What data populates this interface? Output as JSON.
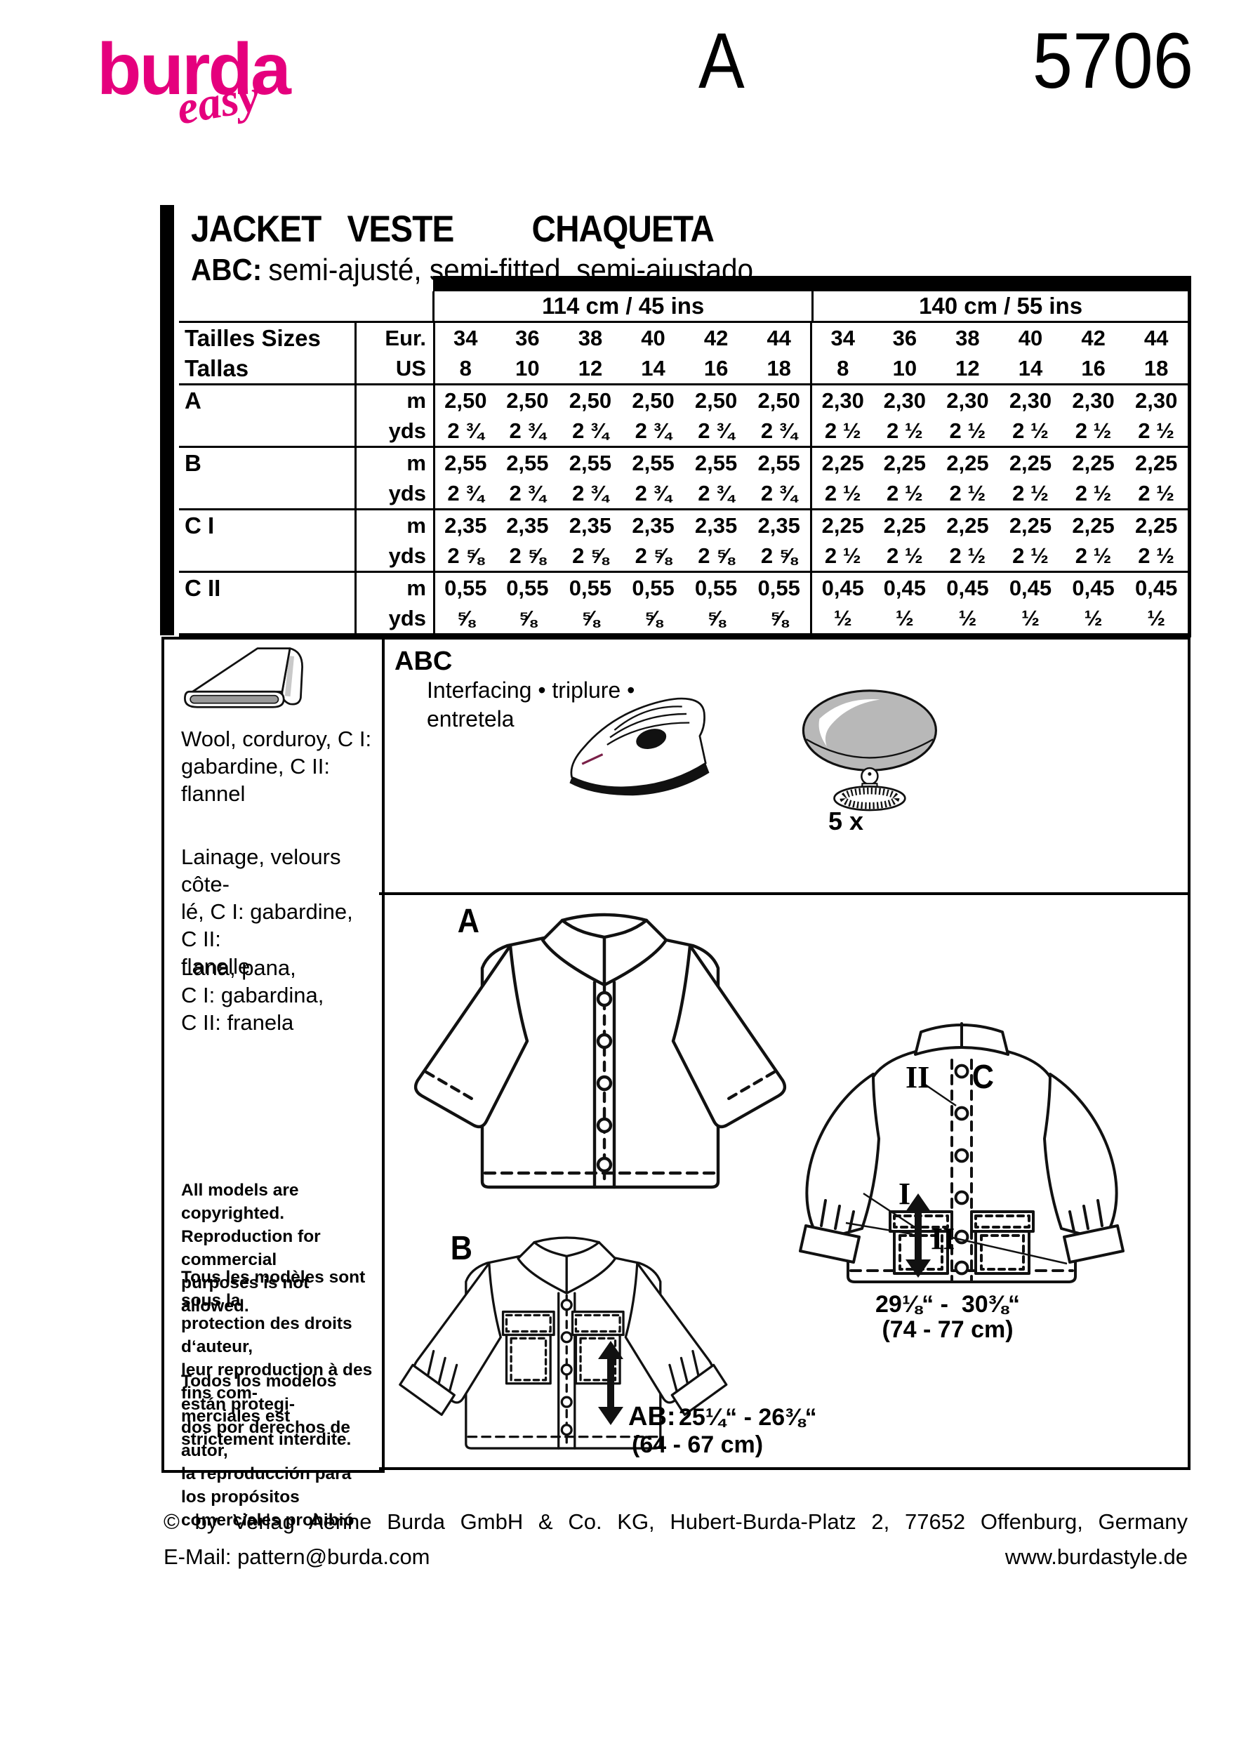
{
  "colors": {
    "brand_pink": "#e5007d",
    "ink": "#111111",
    "button_grey": "#b8b8b8"
  },
  "header": {
    "brand": "burda",
    "brand_script": "easy",
    "view_letter": "A",
    "style_number": "5706"
  },
  "title": {
    "main": "JACKET   VESTE         CHAQUETA",
    "abc_prefix": "ABC:",
    "subtitle": "semi-ajusté, semi-fitted, semi-ajustado"
  },
  "size_table": {
    "fabric_widths": [
      "114 cm / 45 ins",
      "140 cm / 55 ins"
    ],
    "label_header": "Tailles  Sizes\nTallas",
    "unit_eur": "Eur.",
    "unit_us": "US",
    "unit_m": "m",
    "unit_yds": "yds",
    "sizes_eur": [
      "34",
      "36",
      "38",
      "40",
      "42",
      "44"
    ],
    "sizes_us": [
      "8",
      "10",
      "12",
      "14",
      "16",
      "18"
    ],
    "rows": [
      {
        "label": "A",
        "m": [
          "2,50",
          "2,50",
          "2,50",
          "2,50",
          "2,50",
          "2,50",
          "2,30",
          "2,30",
          "2,30",
          "2,30",
          "2,30",
          "2,30"
        ],
        "yds": [
          "2 ¾",
          "2 ¾",
          "2 ¾",
          "2 ¾",
          "2 ¾",
          "2 ¾",
          "2 ½",
          "2 ½",
          "2 ½",
          "2 ½",
          "2 ½",
          "2 ½"
        ]
      },
      {
        "label": "B",
        "m": [
          "2,55",
          "2,55",
          "2,55",
          "2,55",
          "2,55",
          "2,55",
          "2,25",
          "2,25",
          "2,25",
          "2,25",
          "2,25",
          "2,25"
        ],
        "yds": [
          "2 ¾",
          "2 ¾",
          "2 ¾",
          "2 ¾",
          "2 ¾",
          "2 ¾",
          "2 ½",
          "2 ½",
          "2 ½",
          "2 ½",
          "2 ½",
          "2 ½"
        ]
      },
      {
        "label": "C I",
        "m": [
          "2,35",
          "2,35",
          "2,35",
          "2,35",
          "2,35",
          "2,35",
          "2,25",
          "2,25",
          "2,25",
          "2,25",
          "2,25",
          "2,25"
        ],
        "yds": [
          "2 ⅝",
          "2 ⅝",
          "2 ⅝",
          "2 ⅝",
          "2 ⅝",
          "2 ⅝",
          "2 ½",
          "2 ½",
          "2 ½",
          "2 ½",
          "2 ½",
          "2 ½"
        ]
      },
      {
        "label": "C II",
        "m": [
          "0,55",
          "0,55",
          "0,55",
          "0,55",
          "0,55",
          "0,55",
          "0,45",
          "0,45",
          "0,45",
          "0,45",
          "0,45",
          "0,45"
        ],
        "yds": [
          "⅝",
          "⅝",
          "⅝",
          "⅝",
          "⅝",
          "⅝",
          "½",
          "½",
          "½",
          "½",
          "½",
          "½"
        ]
      }
    ]
  },
  "materials": {
    "en": "Wool, corduroy, C I:\ngabardine, C II: flannel",
    "fr": "Lainage, velours côte-\nlé, C I: gabardine, C II:\nflanelle",
    "es": "Lana, pana,\nC I: gabardina,\nC II: franela"
  },
  "notions": {
    "abc": "ABC",
    "interfacing": "Interfacing • triplure •\nentretela",
    "button_count": "5 x"
  },
  "views": {
    "a": "A",
    "b": "B",
    "c": "C",
    "roman_two_top": "II",
    "roman_one": "I",
    "roman_two_arrow": "II",
    "c_length": "29⅛“ -  30⅜“",
    "c_length_cm": "(74 - 77 cm)",
    "ab_prefix": "AB:",
    "ab_length": "25¼“ - 26⅜“",
    "ab_length_cm": "(64 - 67 cm)"
  },
  "copyright": {
    "en": "All models are copyrighted.\nReproduction for commercial\npurposes is not allowed.",
    "fr": "Tous les modèles sont sous la\nprotection des droits d‘auteur,\nleur reproduction à des fins com-\nmerciales est strictement interdite.",
    "es": "Todos los modelos están protegi-\ndos por derechos de autor,\nla reproducción para los propósitos\ncomerciales prohibió"
  },
  "footer": {
    "line1": "© by Verlag Aenne Burda GmbH & Co. KG, Hubert-Burda-Platz 2, 77652 Offenburg, Germany",
    "email": "E-Mail: pattern@burda.com",
    "web": "www.burdastyle.de"
  }
}
